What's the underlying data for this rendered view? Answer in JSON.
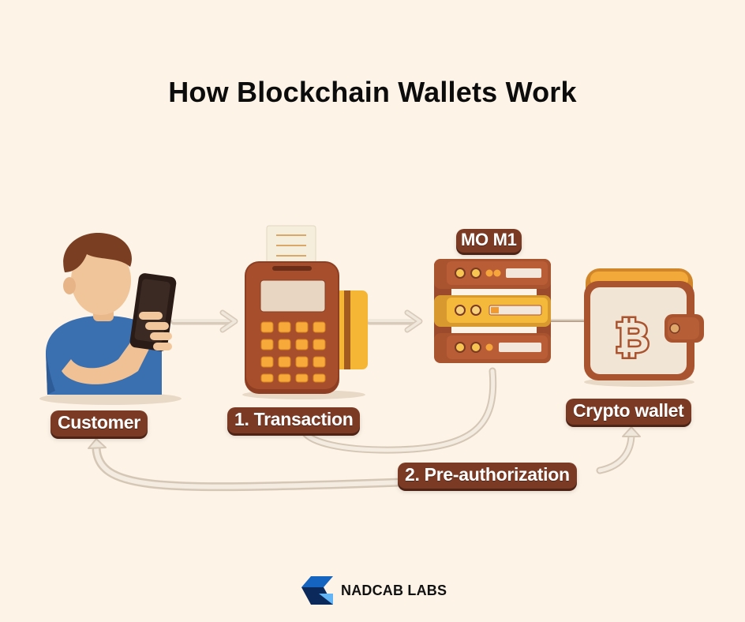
{
  "title": "How Blockchain Wallets Work",
  "colors": {
    "background": "#FDF3E7",
    "label_bg": "#7A3A24",
    "device_brown": "#A4502E",
    "accent_yellow": "#F6B93B",
    "arrow": "#EAE0D2",
    "logo_dark": "#0B2A5B",
    "logo_mid": "#1565C0",
    "logo_light": "#64B5F6"
  },
  "nodes": [
    {
      "id": "customer",
      "label": "Customer",
      "icon": "person-with-phone-icon"
    },
    {
      "id": "transaction",
      "label": "1. Transaction",
      "icon": "payment-terminal-icon"
    },
    {
      "id": "server",
      "label": "MO M1",
      "icon": "server-stack-icon"
    },
    {
      "id": "wallet",
      "label": "Crypto wallet",
      "icon": "bitcoin-wallet-icon"
    }
  ],
  "edges": [
    {
      "from": "customer",
      "to": "transaction",
      "type": "arrow"
    },
    {
      "from": "transaction",
      "to": "server",
      "type": "arrow"
    },
    {
      "from": "server",
      "to": "wallet",
      "type": "line"
    },
    {
      "from": "server",
      "to": "transaction",
      "type": "curve"
    },
    {
      "from": "wallet",
      "to": "customer",
      "type": "curved-arrow-both",
      "label": "2. Pre-authorization"
    }
  ],
  "footer": {
    "logo_text": "NADCAB LABS"
  }
}
